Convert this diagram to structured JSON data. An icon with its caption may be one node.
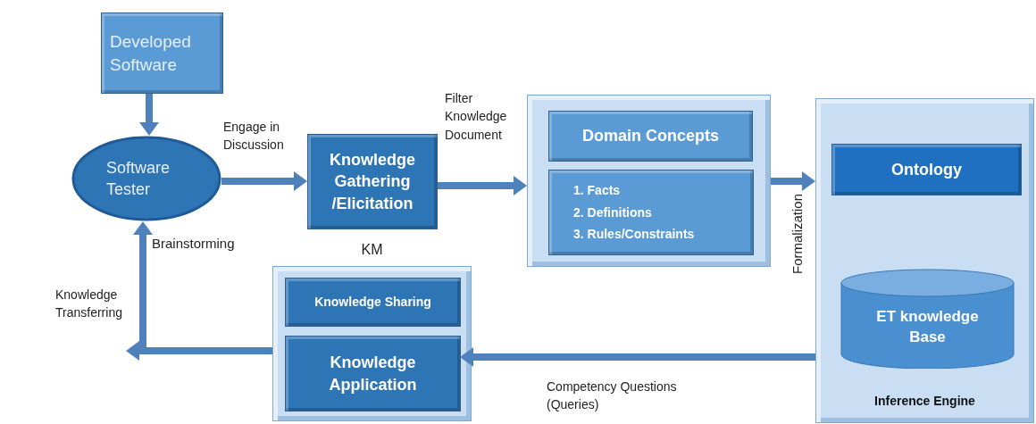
{
  "diagram": {
    "nodes": [
      {
        "text": [
          "Developed Software"
        ]
      },
      {
        "text": [
          "Software Tester"
        ]
      },
      {
        "text": [
          "Knowledge Gathering /Elicitation"
        ]
      },
      {
        "text": [],
        "shape": "box"
      },
      {
        "text": [
          "Domain Concepts"
        ],
        "in": 3
      },
      {
        "text": [
          "1. Facts",
          "2. Definitions",
          "3. Rules/Constraints"
        ],
        "in": 3
      },
      {
        "text": [
          "KM"
        ]
      },
      {
        "text": [
          "Knowledge Sharing"
        ],
        "in": 6
      },
      {
        "text": [
          "Knowledge Application"
        ],
        "in": 6
      },
      {
        "text": [
          "Inference Engine"
        ]
      },
      {
        "text": [
          "Ontology"
        ],
        "in": 9
      },
      {
        "text": [
          "ET knowledge Base"
        ],
        "in": 9
      }
    ],
    "edges": [
      {
        "from": 0,
        "to": 1,
        "arrow": "to"
      },
      {
        "from": 1,
        "to": 2,
        "arrow": "to",
        "label": "Engage in Discussion"
      },
      {
        "from": 2,
        "to": 3,
        "arrow": "to",
        "label": "Filter Knowledge Document"
      },
      {
        "from": 3,
        "to": 9,
        "arrow": "to",
        "label": "Formalization"
      },
      {
        "from": 9,
        "to": 8,
        "arrow": "to",
        "label": "Competency Questions (Queries)"
      },
      {
        "from": 6,
        "to": 1,
        "arrow": "to",
        "label": "Knowledge Transferring"
      }
    ],
    "labels": [
      "Brainstorming"
    ]
  }
}
